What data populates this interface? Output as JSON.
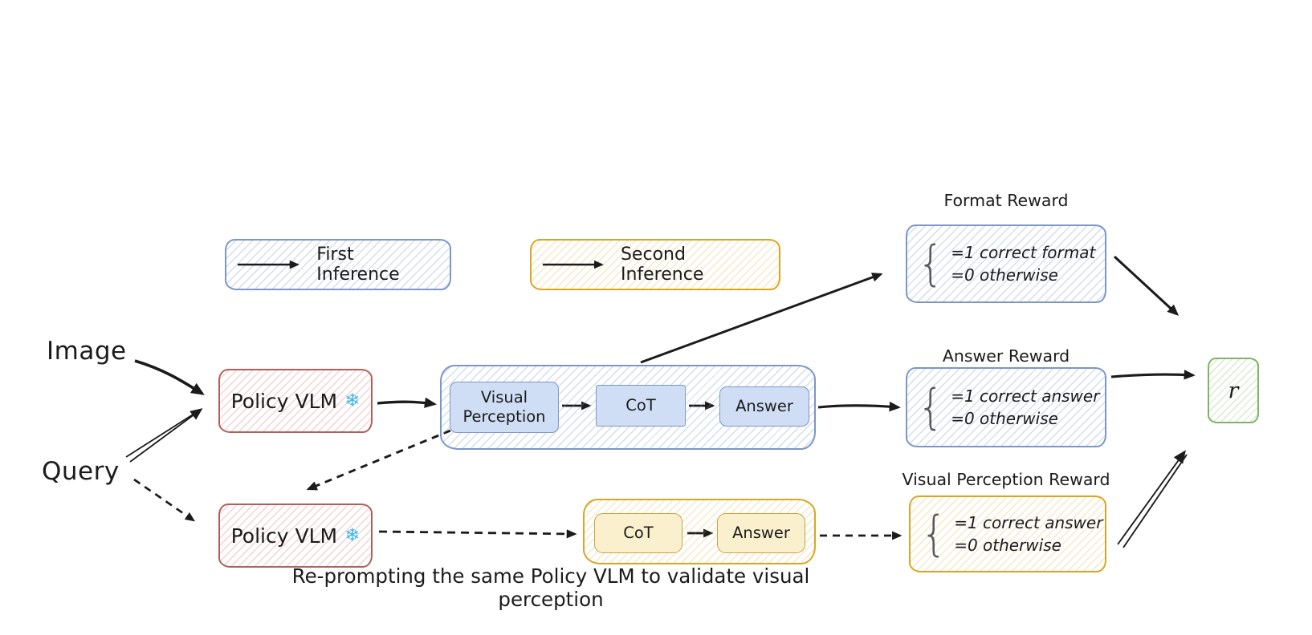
{
  "legend": {
    "first_label": "First Inference",
    "second_label": "Second Inference"
  },
  "inputs": {
    "image_label": "Image",
    "query_label": "Query"
  },
  "policy_vlm": {
    "label": "Policy VLM",
    "frozen_icon": "❄"
  },
  "first_inference": {
    "steps": [
      "Visual Perception",
      "CoT",
      "Answer"
    ]
  },
  "second_inference": {
    "steps": [
      "CoT",
      "Answer"
    ]
  },
  "rewards": {
    "brace": "{",
    "format": {
      "title": "Format Reward",
      "line1": "=1 correct format",
      "line2": "=0 otherwise"
    },
    "answer": {
      "title": "Answer Reward",
      "line1": "=1 correct answer",
      "line2": "=0 otherwise"
    },
    "visual_perception": {
      "title": "Visual Perception Reward",
      "line1": "=1 correct answer",
      "line2": "=0 otherwise"
    }
  },
  "final_reward": {
    "label": "r"
  },
  "caption": "Re-prompting the same Policy VLM to validate visual perception",
  "colors": {
    "blue": "#7b96c9",
    "blue_fill": "#cfdef5",
    "red": "#b0605a",
    "yellow": "#d9a621",
    "yellow_fill": "#fbf0cd",
    "green": "#7fb561",
    "arrow_black": "#1b1b1b",
    "snowflake_blue": "#3fb9e9",
    "brace_gray": "#55585c"
  }
}
